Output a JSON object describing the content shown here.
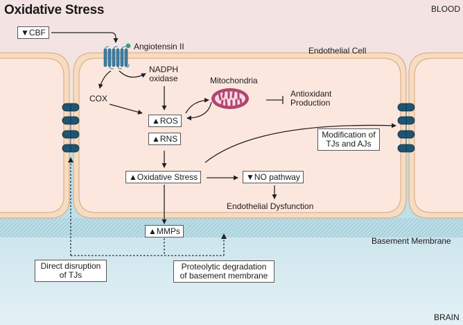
{
  "title": "Oxidative Stress",
  "regions": {
    "blood": "BLOOD",
    "brain": "BRAIN",
    "endothelial_cell": "Endothelial Cell",
    "basement_membrane": "Basement Membrane"
  },
  "labels": {
    "angiotensin": "Angiotensin II",
    "nadph": "NADPH\noxidase",
    "nadph_line1": "NADPH",
    "nadph_line2": "oxidase",
    "cox": "COX",
    "mitochondria": "Mitochondria",
    "antioxidant_line1": "Antioxidant",
    "antioxidant_line2": "Production",
    "endothelial_dysfunction": "Endothelial Dysfunction"
  },
  "boxes": {
    "cbf": "▼CBF",
    "ros": "▲ROS",
    "rns": "▲RNS",
    "oxidative_stress": "▲Oxidative Stress",
    "no_pathway": "▼NO pathway",
    "mmps": "▲MMPs",
    "modification_line1": "Modification of",
    "modification_line2": "TJs and AJs",
    "direct_line1": "Direct disruption",
    "direct_line2": "of TJs",
    "proteolytic_line1": "Proteolytic degradation",
    "proteolytic_line2": "of basement membrane"
  },
  "colors": {
    "blood_bg": "#f3e4e3",
    "brain_bg": "#cfe6ec",
    "cell_fill": "#fce7df",
    "cell_membrane": "#f6dcc0",
    "membrane_edge": "#d9a57a",
    "junction": "#1d5573",
    "receptor": "#3a7fa6",
    "angiotensin_dot": "#3a9a8a",
    "mitochondria": "#b0466f"
  }
}
